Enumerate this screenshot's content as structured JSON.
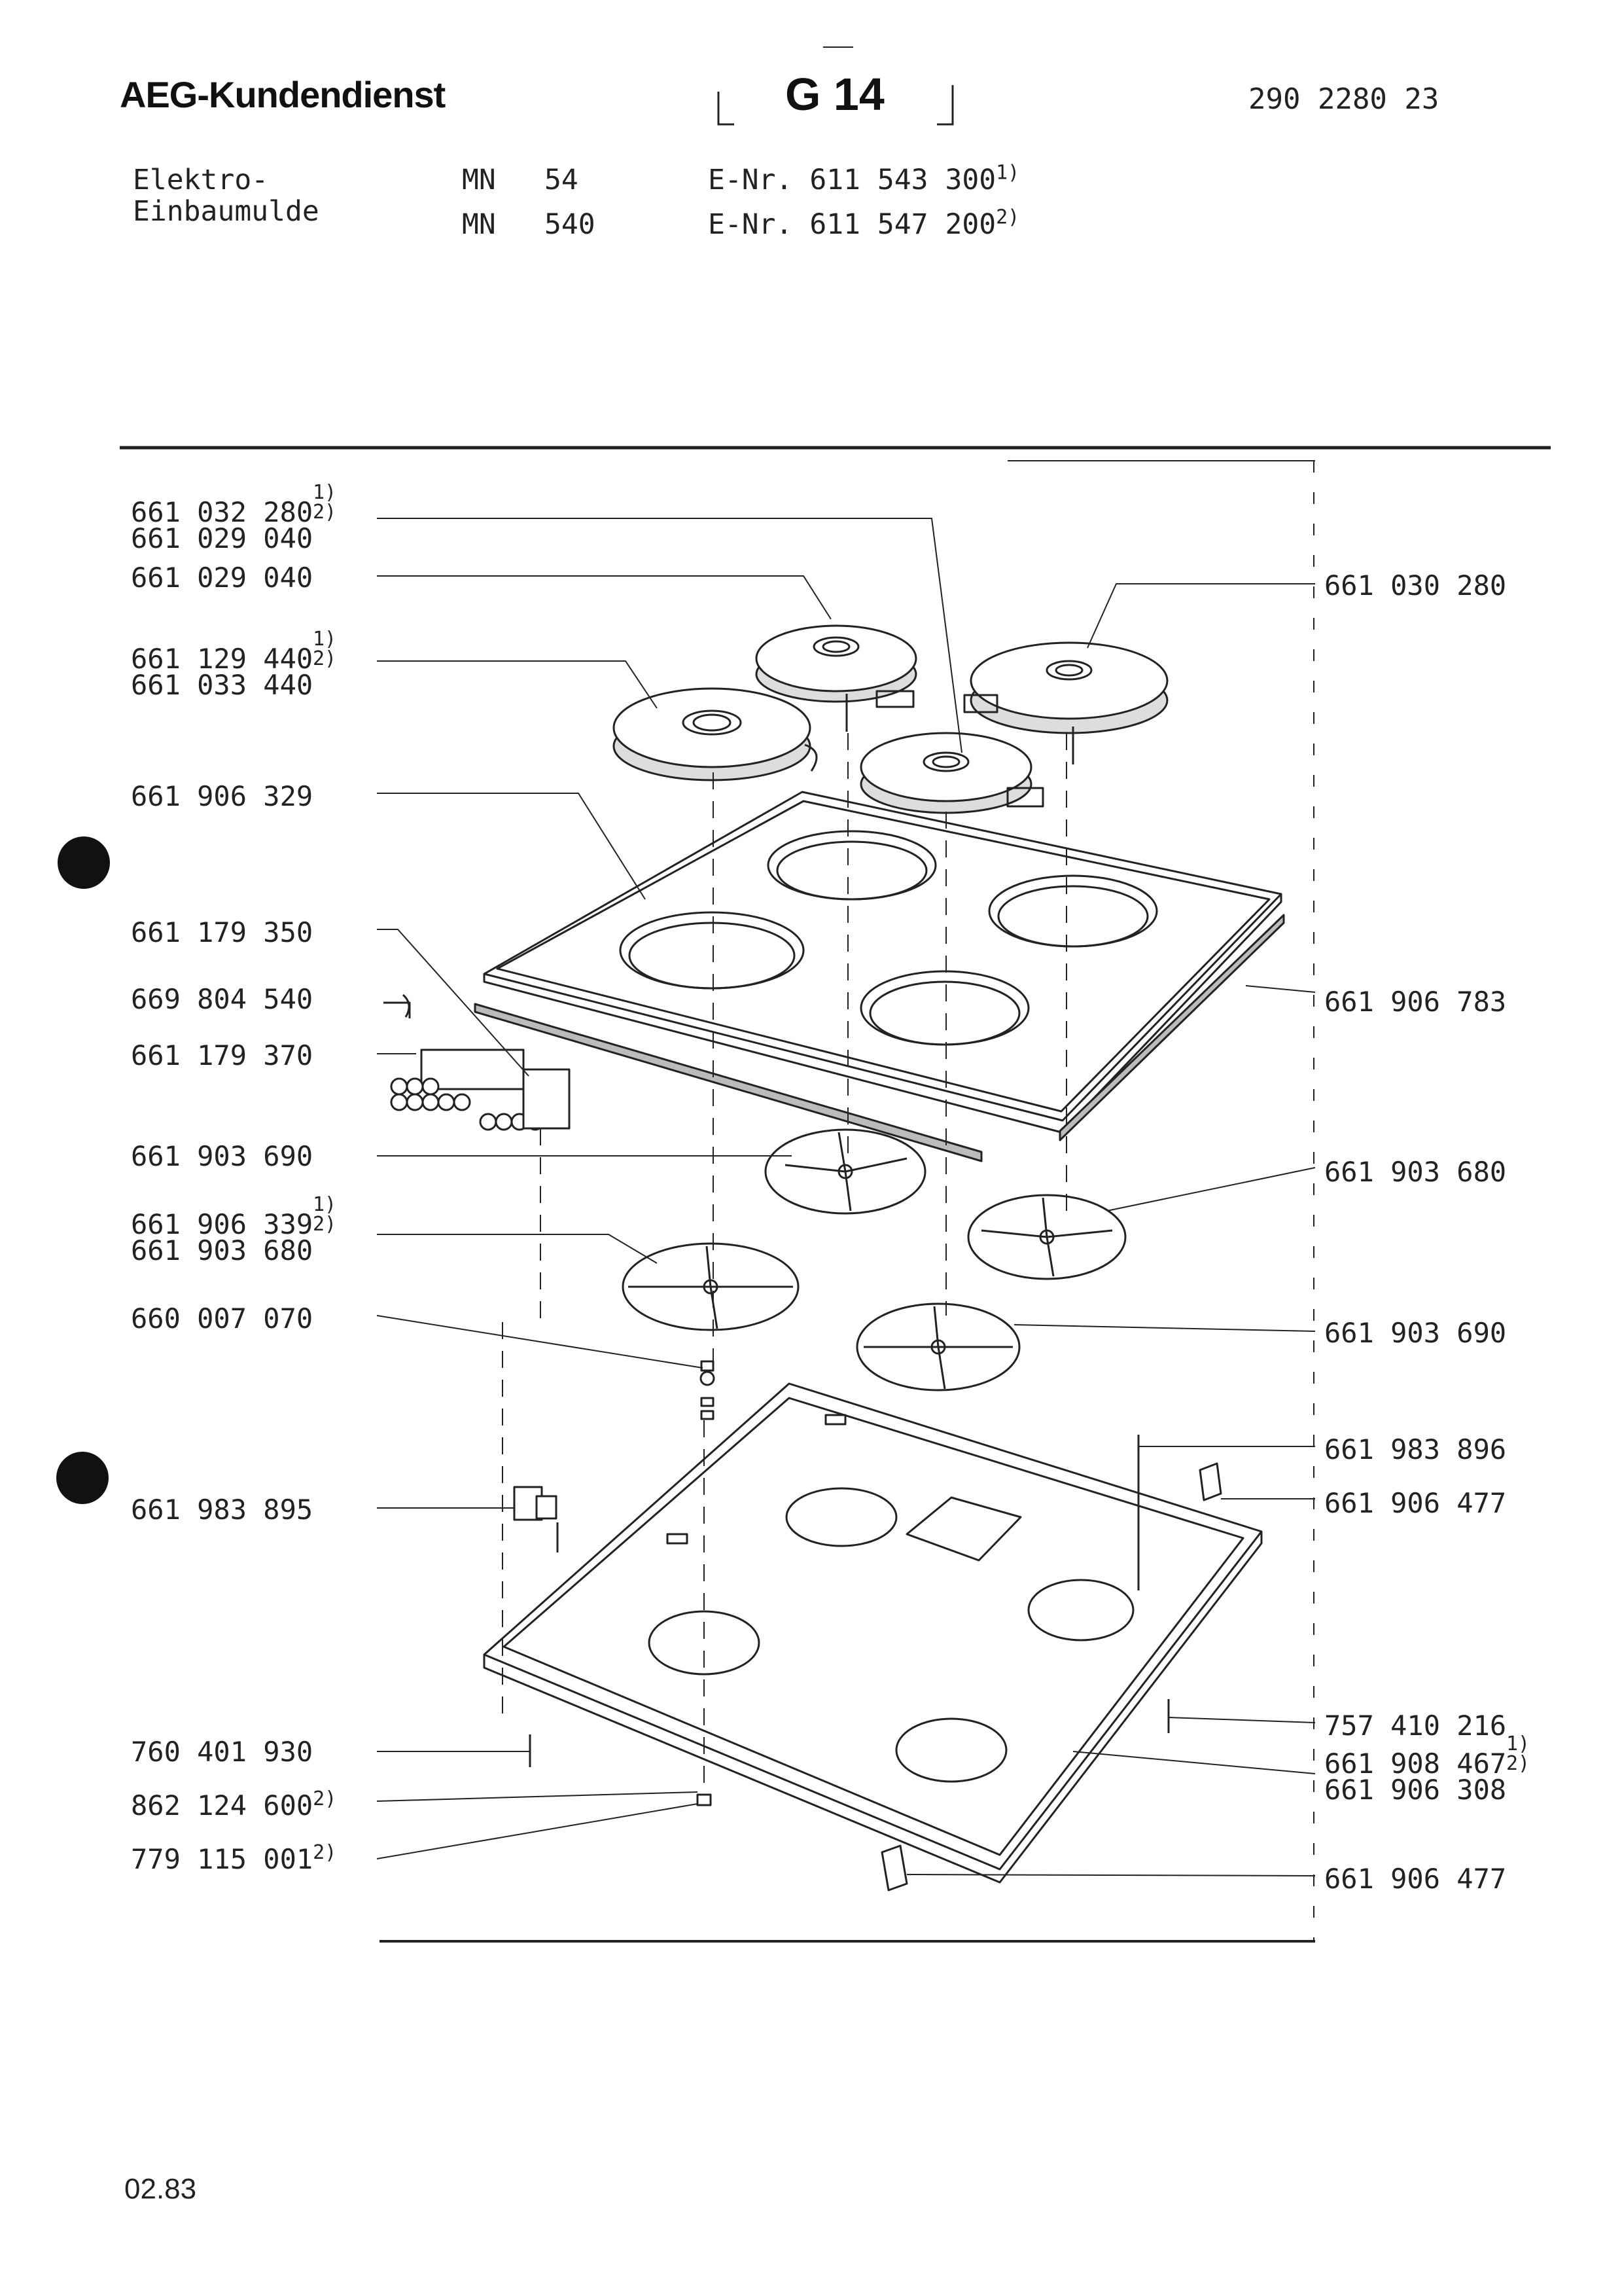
{
  "header": {
    "brand": "AEG-Kundendienst",
    "group_code": "G 14",
    "document_number": "290 2280 23"
  },
  "appliance": {
    "type_line1": "Elektro-",
    "type_line2": "Einbaumulde",
    "models": [
      {
        "prefix": "MN",
        "model": "54",
        "e_nr_label": "E-Nr.",
        "e_nr": "611 543 300",
        "note": "1)"
      },
      {
        "prefix": "MN",
        "model": "540",
        "e_nr_label": "E-Nr.",
        "e_nr": "611 547 200",
        "note": "2)"
      }
    ]
  },
  "parts_left": [
    {
      "id": "p1",
      "nr": "661 032 280",
      "note": "1)"
    },
    {
      "id": "p2",
      "nr": "661 029 040",
      "note": "2)"
    },
    {
      "id": "p3",
      "nr": "661 029 040",
      "note": ""
    },
    {
      "id": "p4",
      "nr": "661 129 440",
      "note": "1)"
    },
    {
      "id": "p5",
      "nr": "661 033 440",
      "note": "2)"
    },
    {
      "id": "p6",
      "nr": "661 906 329",
      "note": ""
    },
    {
      "id": "p7",
      "nr": "661 179 350",
      "note": ""
    },
    {
      "id": "p8",
      "nr": "669 804 540",
      "note": ""
    },
    {
      "id": "p9",
      "nr": "661 179 370",
      "note": ""
    },
    {
      "id": "p10",
      "nr": "661 903 690",
      "note": ""
    },
    {
      "id": "p11",
      "nr": "661 906 339",
      "note": "1)"
    },
    {
      "id": "p12",
      "nr": "661 903 680",
      "note": "2)"
    },
    {
      "id": "p13",
      "nr": "660 007 070",
      "note": ""
    },
    {
      "id": "p14",
      "nr": "661 983 895",
      "note": ""
    },
    {
      "id": "p15",
      "nr": "760 401 930",
      "note": ""
    },
    {
      "id": "p16",
      "nr": "862 124 600",
      "note": "2)"
    },
    {
      "id": "p17",
      "nr": "779 115 001",
      "note": "2)"
    }
  ],
  "parts_right": [
    {
      "id": "r1",
      "nr": "661 030 280",
      "note": ""
    },
    {
      "id": "r2",
      "nr": "661 906 783",
      "note": ""
    },
    {
      "id": "r3",
      "nr": "661 903 680",
      "note": ""
    },
    {
      "id": "r4",
      "nr": "661 903 690",
      "note": ""
    },
    {
      "id": "r5",
      "nr": "661 983 896",
      "note": ""
    },
    {
      "id": "r6",
      "nr": "661 906 477",
      "note": ""
    },
    {
      "id": "r7",
      "nr": "757 410 216",
      "note": ""
    },
    {
      "id": "r8",
      "nr": "661 908 467",
      "note": "1)"
    },
    {
      "id": "r9",
      "nr": "661 906 308",
      "note": "2)"
    },
    {
      "id": "r10",
      "nr": "661 906 477",
      "note": ""
    }
  ],
  "footer": {
    "date": "02.83"
  }
}
